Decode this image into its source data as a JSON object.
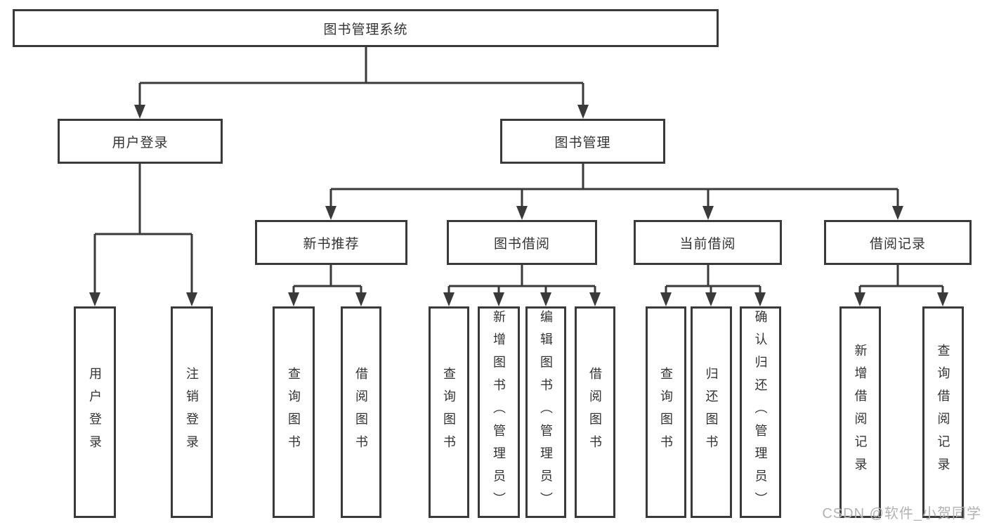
{
  "diagram": {
    "root": {
      "label": "图书管理系统"
    },
    "level2": {
      "user_login": {
        "label": "用户登录"
      },
      "book_management": {
        "label": "图书管理"
      }
    },
    "level3": {
      "new_book_recommend": {
        "label": "新书推荐"
      },
      "book_borrow": {
        "label": "图书借阅"
      },
      "current_borrow": {
        "label": "当前借阅"
      },
      "borrow_record": {
        "label": "借阅记录"
      }
    },
    "leaves": {
      "user_login": [
        "用户登录",
        "注销登录"
      ],
      "new_book_recommend": [
        "查询图书",
        "借阅图书"
      ],
      "book_borrow": [
        "查询图书",
        "新增图书（管理员）",
        "编辑图书（管理员）",
        "借阅图书"
      ],
      "current_borrow": [
        "查询图书",
        "归还图书",
        "确认归还（管理员）"
      ],
      "borrow_record": [
        "新增借阅记录",
        "查询借阅记录"
      ]
    }
  },
  "watermark": {
    "text": "CSDN @软件_小贺同学"
  },
  "colors": {
    "line": "#3a3a3a",
    "node_border": "#3a3a3a",
    "node_text": "#333333",
    "watermark_text": "#b2b2b2",
    "background": "#ffffff"
  }
}
